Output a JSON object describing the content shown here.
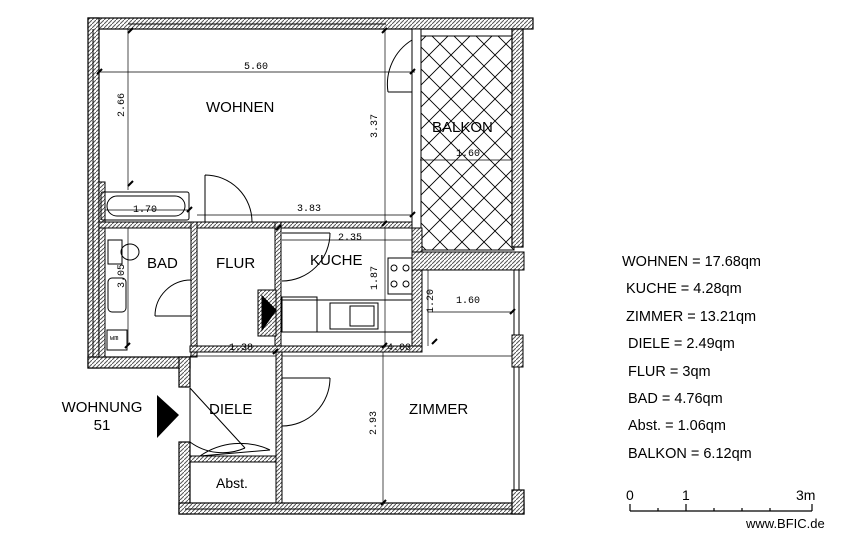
{
  "rooms": {
    "wohnen": "WOHNEN",
    "balkon": "BALKON",
    "bad": "BAD",
    "flur": "FLUR",
    "kuche": "KUCHE",
    "diele": "DIELE",
    "zimmer": "ZIMMER",
    "abst": "Abst.",
    "wm": "wm"
  },
  "dimensions": {
    "d_560": "5.60",
    "d_266": "2.66",
    "d_337": "3.37",
    "d_160_balkon": "1.60",
    "d_170": "1.70",
    "d_383": "3.83",
    "d_235": "2.35",
    "d_305": "3.05",
    "d_187": "1.87",
    "d_120": "1.20",
    "d_160": "1.60",
    "d_138": "1.38",
    "d_400": "4.00",
    "d_293": "2.93"
  },
  "legend": [
    "WOHNEN = 17.68qm",
    "KUCHE = 4.28qm",
    "ZIMMER = 13.21qm",
    "DIELE = 2.49qm",
    "FLUR = 3qm",
    "BAD = 4.76qm",
    "Abst. = 1.06qm",
    "BALKON = 6.12qm"
  ],
  "scale": {
    "labels": [
      "0",
      "1",
      "3m"
    ]
  },
  "entrance": {
    "line1": "WOHNUNG",
    "line2": "51"
  },
  "source": "www.BFIC.de",
  "colors": {
    "ink": "#000000",
    "paper": "#ffffff",
    "wall_hatch": "#555555"
  }
}
